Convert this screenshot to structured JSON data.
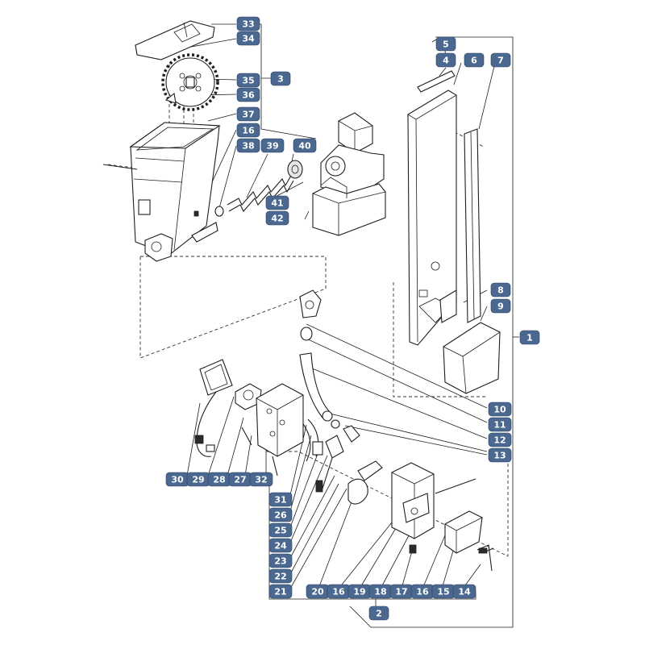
{
  "theme": {
    "tag_fill": "#4b6890",
    "tag_text": "#ffffff",
    "line": "#1e1e1e"
  },
  "callouts": [
    {
      "id": "1",
      "label": "1"
    },
    {
      "id": "2",
      "label": "2"
    },
    {
      "id": "3",
      "label": "3"
    },
    {
      "id": "4",
      "label": "4"
    },
    {
      "id": "5",
      "label": "5"
    },
    {
      "id": "6",
      "label": "6"
    },
    {
      "id": "7",
      "label": "7"
    },
    {
      "id": "8",
      "label": "8"
    },
    {
      "id": "9",
      "label": "9"
    },
    {
      "id": "10",
      "label": "10"
    },
    {
      "id": "11",
      "label": "11"
    },
    {
      "id": "12",
      "label": "12"
    },
    {
      "id": "13",
      "label": "13"
    },
    {
      "id": "14",
      "label": "14"
    },
    {
      "id": "15",
      "label": "15"
    },
    {
      "id": "16a",
      "label": "16"
    },
    {
      "id": "16b",
      "label": "16"
    },
    {
      "id": "16c",
      "label": "16"
    },
    {
      "id": "17",
      "label": "17"
    },
    {
      "id": "18",
      "label": "18"
    },
    {
      "id": "19",
      "label": "19"
    },
    {
      "id": "20",
      "label": "20"
    },
    {
      "id": "21",
      "label": "21"
    },
    {
      "id": "22",
      "label": "22"
    },
    {
      "id": "23",
      "label": "23"
    },
    {
      "id": "24",
      "label": "24"
    },
    {
      "id": "25",
      "label": "25"
    },
    {
      "id": "26",
      "label": "26"
    },
    {
      "id": "27",
      "label": "27"
    },
    {
      "id": "28",
      "label": "28"
    },
    {
      "id": "29",
      "label": "29"
    },
    {
      "id": "30",
      "label": "30"
    },
    {
      "id": "31",
      "label": "31"
    },
    {
      "id": "32",
      "label": "32"
    },
    {
      "id": "33",
      "label": "33"
    },
    {
      "id": "34",
      "label": "34"
    },
    {
      "id": "35",
      "label": "35"
    },
    {
      "id": "36",
      "label": "36"
    },
    {
      "id": "37",
      "label": "37"
    },
    {
      "id": "38",
      "label": "38"
    },
    {
      "id": "39",
      "label": "39"
    },
    {
      "id": "40",
      "label": "40"
    },
    {
      "id": "41",
      "label": "41"
    },
    {
      "id": "42",
      "label": "42"
    }
  ]
}
